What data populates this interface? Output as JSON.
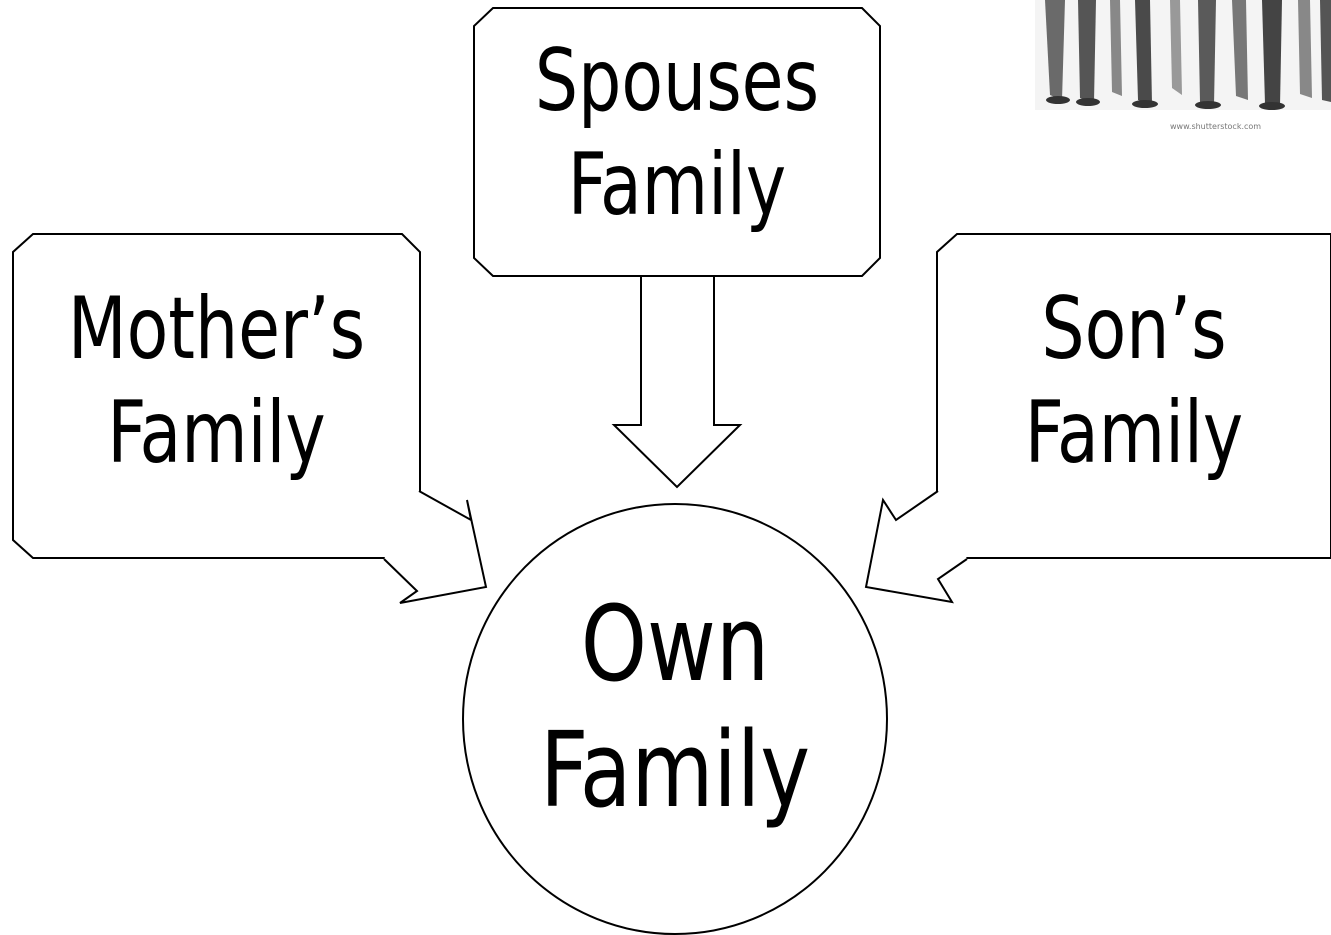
{
  "diagram": {
    "boxes": {
      "spouses": {
        "line1": "Spouses",
        "line2": "Family"
      },
      "mothers": {
        "line1": "Mother’s",
        "line2": "Family"
      },
      "sons": {
        "line1": "Son’s",
        "line2": "Family"
      }
    },
    "center": {
      "line1": "Own",
      "line2": "Family"
    }
  },
  "photo": {
    "credit": "www.shutterstock.com"
  }
}
